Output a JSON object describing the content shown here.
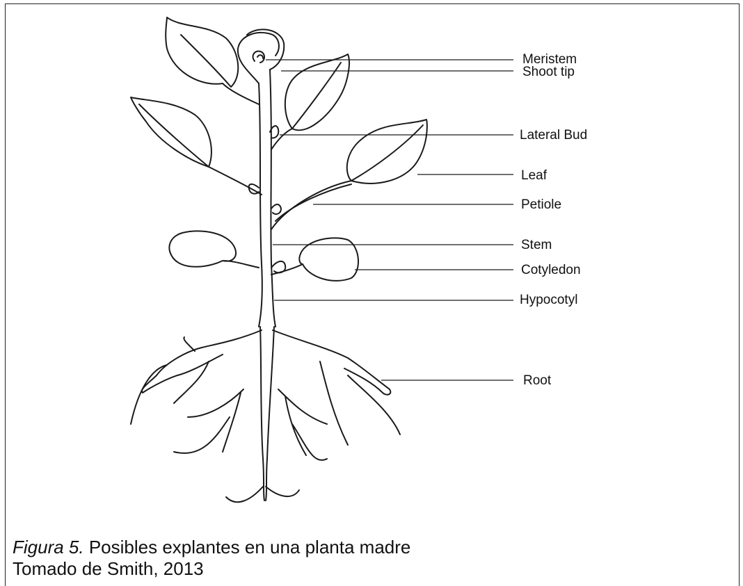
{
  "labels": {
    "meristem": "Meristem",
    "shoot_tip": "Shoot tip",
    "lateral_bud": "Lateral Bud",
    "leaf": "Leaf",
    "petiole": "Petiole",
    "stem": "Stem",
    "cotyledon": "Cotyledon",
    "hypocotyl": "Hypocotyl",
    "root": "Root"
  },
  "caption": {
    "figure_label": "Figura 5.",
    "figure_text": " Posibles explantes en una planta madre",
    "source": "Tomado de Smith, 2013"
  }
}
